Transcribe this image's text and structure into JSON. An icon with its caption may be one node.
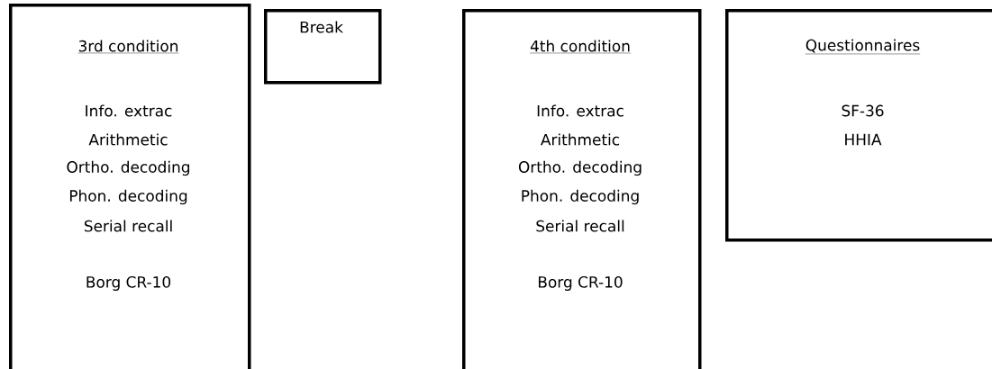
{
  "diagram": {
    "nodes": [
      {
        "text": [
          "3rd condition",
          "Info. extrac",
          "Arithmetic",
          "Ortho. decoding",
          "Phon. decoding",
          "Serial recall",
          "Borg CR-10"
        ]
      },
      {
        "text": [
          "Break"
        ]
      },
      {
        "text": [
          "4th condition",
          "Info. extrac",
          "Arithmetic",
          "Ortho. decoding",
          "Phon. decoding",
          "Serial recall",
          "Borg CR-10"
        ]
      },
      {
        "text": [
          "Questionnaires",
          "SF-36",
          "HHIA"
        ]
      }
    ]
  }
}
